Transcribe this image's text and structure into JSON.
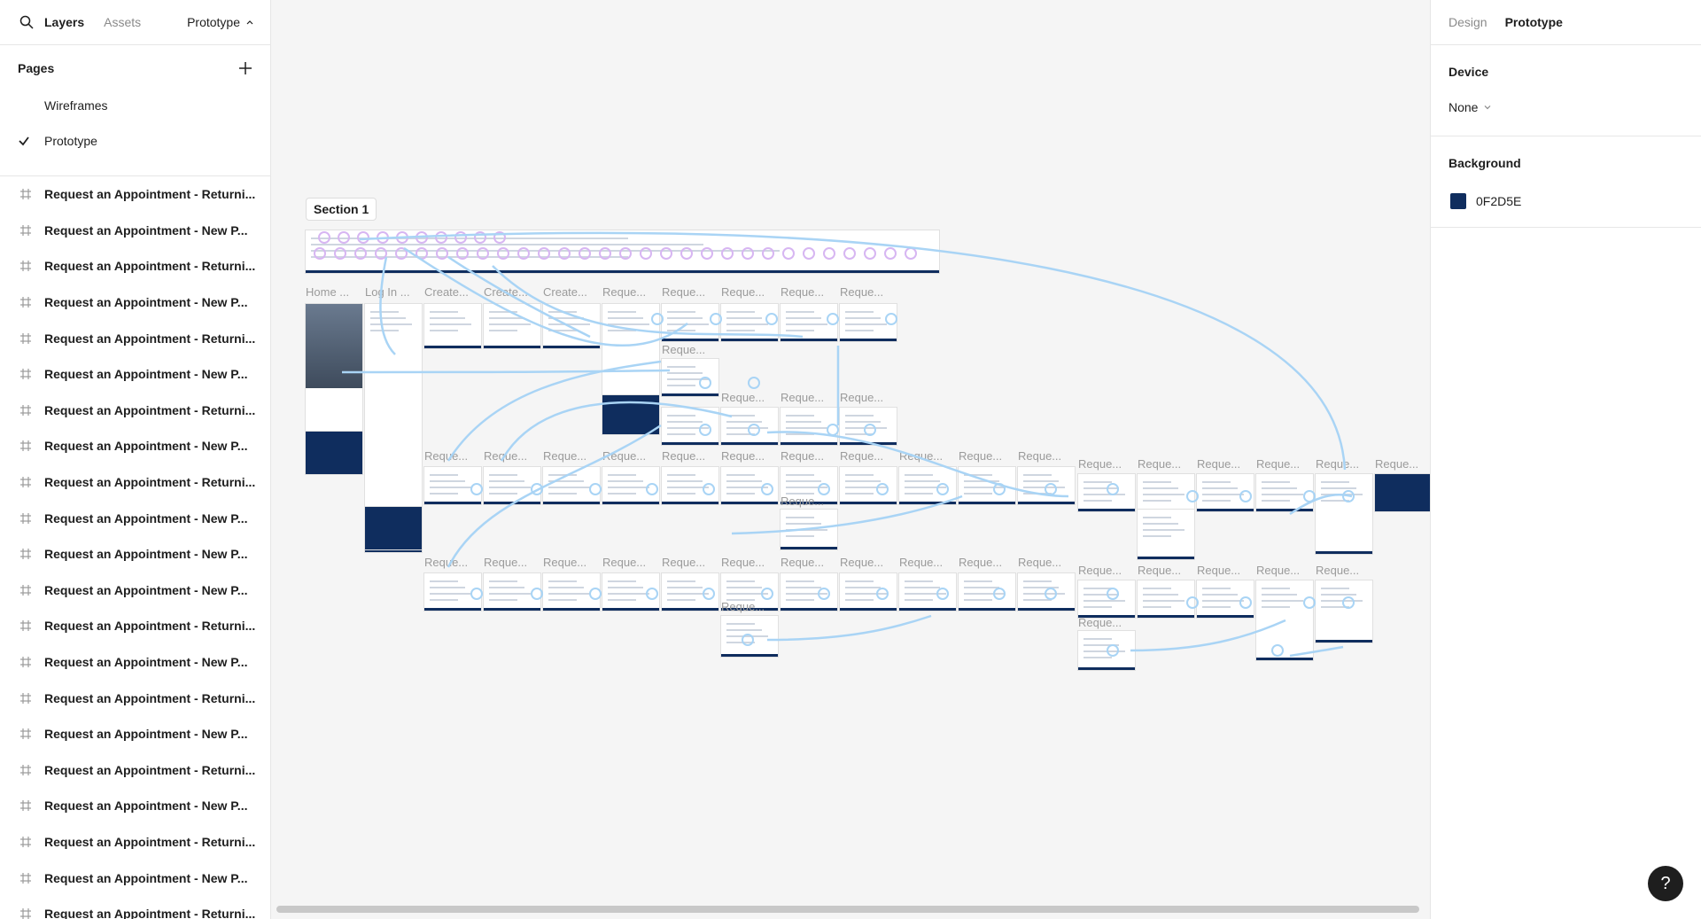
{
  "left_panel": {
    "tabs": [
      "Layers",
      "Assets"
    ],
    "page_selector": "Prototype",
    "pages_title": "Pages",
    "pages": [
      {
        "label": "Wireframes",
        "selected": false
      },
      {
        "label": "Prototype",
        "selected": true
      }
    ],
    "layers": [
      "Request an Appointment - Returni...",
      "Request an Appointment - New P...",
      "Request an Appointment - Returni...",
      "Request an Appointment - New P...",
      "Request an Appointment - Returni...",
      "Request an Appointment - New P...",
      "Request an Appointment - Returni...",
      "Request an Appointment - New P...",
      "Request an Appointment - Returni...",
      "Request an Appointment - New P...",
      "Request an Appointment - New P...",
      "Request an Appointment - New P...",
      "Request an Appointment - Returni...",
      "Request an Appointment - New P...",
      "Request an Appointment - Returni...",
      "Request an Appointment - New P...",
      "Request an Appointment - Returni...",
      "Request an Appointment - New P...",
      "Request an Appointment - Returni...",
      "Request an Appointment - New P...",
      "Request an Appointment - Returni..."
    ]
  },
  "right_panel": {
    "tabs": [
      "Design",
      "Prototype"
    ],
    "device_title": "Device",
    "device_value": "None",
    "background_title": "Background",
    "background_hex": "0F2D5E",
    "background_color": "#0F2D5E"
  },
  "canvas": {
    "section_label": "Section 1",
    "frame_labels": {
      "row1": [
        "Home ...",
        "Log In ...",
        "Create...",
        "Create...",
        "Create...",
        "Reque...",
        "Reque...",
        "Reque...",
        "Reque...",
        "Reque..."
      ],
      "row1b": [
        "Reque..."
      ],
      "row2": [
        "Reque...",
        "Reque...",
        "Reque..."
      ],
      "row3a": [
        "Reque...",
        "Reque...",
        "Reque...",
        "Reque...",
        "Reque...",
        "Reque...",
        "Reque...",
        "Reque...",
        "Reque...",
        "Reque...",
        "Reque..."
      ],
      "row3b": [
        "Reque...",
        "Reque...",
        "Reque...",
        "Reque...",
        "Reque...",
        "Reque..."
      ],
      "row3c": [
        "Reque..."
      ],
      "row4a": [
        "Reque...",
        "Reque...",
        "Reque...",
        "Reque...",
        "Reque...",
        "Reque...",
        "Reque...",
        "Reque...",
        "Reque...",
        "Reque...",
        "Reque..."
      ],
      "row4b": [
        "Reque...",
        "Reque...",
        "Reque...",
        "Reque...",
        "Reque..."
      ],
      "row4c": [
        "Reque...",
        "Reque..."
      ]
    }
  },
  "help_button": "?",
  "colors": {
    "flow": "#a9d4f5",
    "flow_hotspot": "#d7b6f2",
    "accent": "#0F2D5E"
  },
  "icons": {
    "search": "search-icon",
    "add": "plus-icon",
    "check": "check-icon",
    "frame": "frame-hash-icon",
    "chevron": "chevron-down-icon",
    "help": "help-icon"
  }
}
